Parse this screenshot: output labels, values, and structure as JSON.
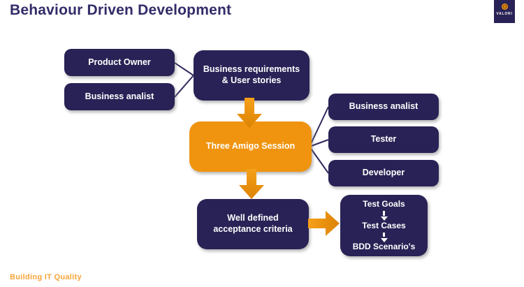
{
  "title": "Behaviour Driven Development",
  "logo": {
    "brand": "VALORI"
  },
  "footer": {
    "tagline": "Building IT Quality"
  },
  "colors": {
    "navy_box": "#292256",
    "orange_box": "#f0940f",
    "title_navy": "#322c68",
    "footer_orange": "#f7a439",
    "arrow_orange_light": "#f5a01a",
    "arrow_orange_dark": "#dd8304",
    "connector_navy": "#2e2a5e"
  },
  "diagram": {
    "nodes": {
      "product_owner": {
        "label": "Product Owner"
      },
      "business_analist_left": {
        "label": "Business analist"
      },
      "business_requirements": {
        "line1": "Business requirements",
        "line2": "& User stories"
      },
      "three_amigo_session": {
        "label": "Three Amigo Session"
      },
      "business_analist_right": {
        "label": "Business analist"
      },
      "tester": {
        "label": "Tester"
      },
      "developer": {
        "label": "Developer"
      },
      "well_defined": {
        "line1": "Well defined",
        "line2": "acceptance criteria"
      },
      "test_flow": {
        "steps": [
          "Test Goals",
          "Test Cases",
          "BDD Scenario's"
        ]
      }
    }
  }
}
